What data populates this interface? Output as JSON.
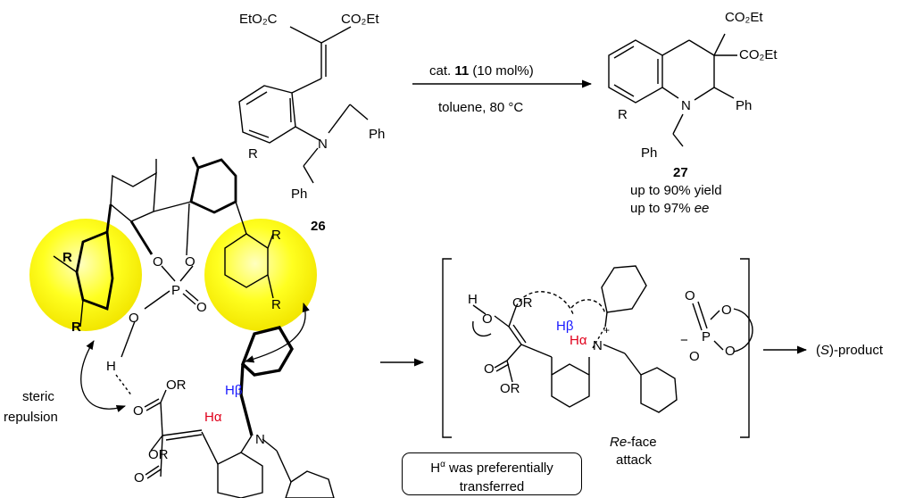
{
  "colors": {
    "blue": "#1a1aff",
    "red": "#e0001b",
    "sphere": "#ffff00",
    "line": "#000000"
  },
  "reaction": {
    "conditions_top_prefix": "cat. ",
    "catalyst_number": "11",
    "conditions_top_suffix": " (10 mol%)",
    "conditions_bottom": "toluene, 80 °C"
  },
  "reactant": {
    "number": "26",
    "ester_left": "EtO₂C",
    "ester_right": "CO₂Et",
    "n_atom": "N",
    "r_group": "R",
    "ph_right": "Ph",
    "ph_left": "Ph"
  },
  "product": {
    "number": "27",
    "ester_top": "CO₂Et",
    "ester_right": "CO₂Et",
    "n_atom": "N",
    "ph_ring": "Ph",
    "ph_benzyl": "Ph",
    "r_group": "R",
    "yield_text": "up to 90% yield",
    "ee_prefix": "up to 97% ",
    "ee_italic": "ee"
  },
  "catalyst_model": {
    "r_labels": [
      "R",
      "R",
      "R",
      "R"
    ],
    "p_atom": "P",
    "o_labels": [
      "O",
      "O",
      "O",
      "O"
    ],
    "h_atom": "H",
    "steric_label_1": "steric",
    "steric_label_2": "repulsion",
    "substrate_or_1": "OR",
    "substrate_or_2": "OR",
    "substrate_o_1": "O",
    "substrate_o_2": "O",
    "h_beta": "Hβ",
    "h_alpha": "Hα",
    "n_atom": "N"
  },
  "transition_state": {
    "h_label": "H",
    "o_label": "O",
    "or_1": "OR",
    "or_2": "OR",
    "o_carbonyl": "O",
    "h_beta": "Hβ",
    "h_alpha": "Hα",
    "n_atom": "N",
    "plus": "+",
    "phosphate_p": "P",
    "phosphate_o": [
      "O",
      "O",
      "O",
      "O"
    ],
    "minus": "−",
    "face_italic": "Re",
    "face_suffix": "-face",
    "attack": "attack"
  },
  "outcome": {
    "product_prefix": "(",
    "product_italic": "S",
    "product_suffix": ")-product"
  },
  "note": {
    "line1_prefix": "H",
    "line1_sup": "α",
    "line1_suffix": " was preferentially",
    "line2": "transferred"
  }
}
